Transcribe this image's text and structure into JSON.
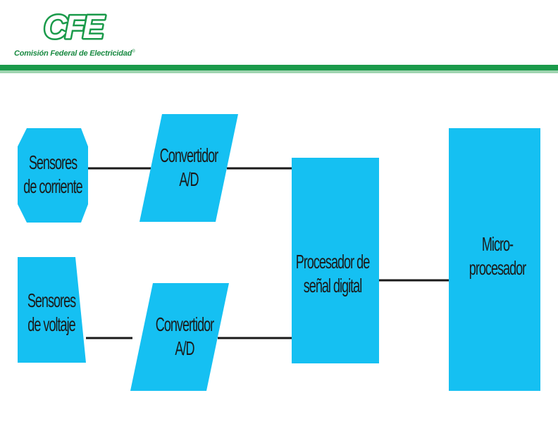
{
  "brand": {
    "logo_mark": "CFE",
    "name": "Comisión Federal de Electricidad",
    "registered": "®",
    "accent": "#1a9a4a",
    "accent_light": "#9fd4b0"
  },
  "diagram": {
    "fill_color": "#15c0f2",
    "line_color": "#1a1a1a",
    "nodes": [
      {
        "id": "sensores-corriente",
        "shape": "octagon",
        "lines": [
          "Sensores",
          "de corriente"
        ]
      },
      {
        "id": "convertidor-1",
        "shape": "parallelogram",
        "lines": [
          "Convertidor",
          "A/D"
        ]
      },
      {
        "id": "sensores-voltaje",
        "shape": "trapezoid",
        "lines": [
          "Sensores",
          "de voltaje"
        ]
      },
      {
        "id": "convertidor-2",
        "shape": "parallelogram",
        "lines": [
          "Convertidor",
          "A/D"
        ]
      },
      {
        "id": "procesador-senal",
        "shape": "rectangle",
        "lines": [
          "Procesador de",
          "señal digital"
        ]
      },
      {
        "id": "microprocesador",
        "shape": "rectangle",
        "lines": [
          "Micro-",
          "procesador"
        ]
      }
    ],
    "edges": [
      {
        "from": "sensores-corriente",
        "to": "convertidor-1"
      },
      {
        "from": "convertidor-1",
        "to": "procesador-senal"
      },
      {
        "from": "sensores-voltaje",
        "to": "convertidor-2"
      },
      {
        "from": "convertidor-2",
        "to": "procesador-senal"
      },
      {
        "from": "procesador-senal",
        "to": "microprocesador"
      }
    ]
  }
}
